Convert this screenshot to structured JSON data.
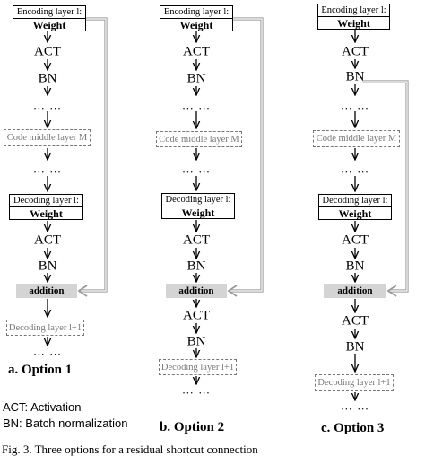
{
  "options": [
    {
      "encoder": {
        "title": "Encoding layer l:",
        "sub": "Weight"
      },
      "act_1": "ACT",
      "bn_1": "BN",
      "ellipsis_1": "… …",
      "middle": "Code middle layer M",
      "ellipsis_2": "… …",
      "decoder": {
        "title": "Decoding layer l:",
        "sub": "Weight"
      },
      "act_2": "ACT",
      "bn_2": "BN",
      "addition": "addition",
      "next_decoder": "Decoding layer l+1",
      "ellipsis_3": "… …",
      "caption": "a. Option 1"
    },
    {
      "encoder": {
        "title": "Encoding layer l:",
        "sub": "Weight"
      },
      "act_1": "ACT",
      "bn_1": "BN",
      "ellipsis_1": "… …",
      "middle": "Code middle layer M",
      "ellipsis_2": "… …",
      "decoder": {
        "title": "Decoding layer l:",
        "sub": "Weight"
      },
      "act_2": "ACT",
      "bn_2": "BN",
      "addition": "addition",
      "act_3": "ACT",
      "bn_3": "BN",
      "next_decoder": "Decoding layer l+1",
      "ellipsis_3": "… …",
      "caption": "b. Option 2"
    },
    {
      "encoder": {
        "title": "Encoding layer l:",
        "sub": "Weight"
      },
      "act_1": "ACT",
      "bn_1": "BN",
      "ellipsis_1": "… …",
      "middle": "Code middle layer M",
      "ellipsis_2": "… …",
      "decoder": {
        "title": "Decoding layer l:",
        "sub": "Weight"
      },
      "act_2": "ACT",
      "bn_2": "BN",
      "addition": "addition",
      "act_3": "ACT",
      "bn_3": "BN",
      "next_decoder": "Decoding layer l+1",
      "ellipsis_3": "… …",
      "caption": "c. Option 3"
    }
  ],
  "legend": {
    "act": "ACT: Activation",
    "bn": "BN: Batch normalization"
  },
  "figure_caption": "Fig. 3. Three options for a residual shortcut connection"
}
